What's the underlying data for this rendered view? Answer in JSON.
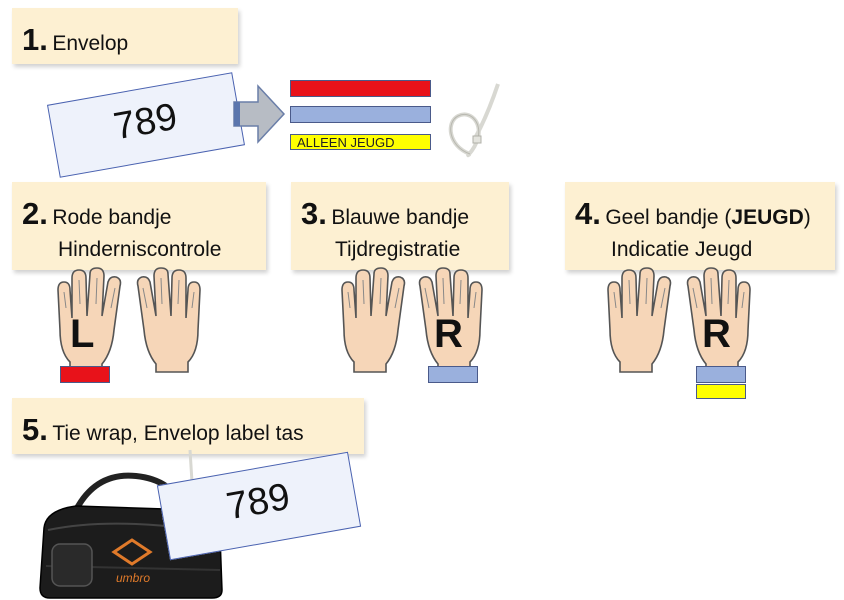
{
  "steps": [
    {
      "number": "1.",
      "title": "Envelop"
    },
    {
      "number": "2.",
      "title": "Rode bandje",
      "subtitle": "Hinderniscontrole",
      "hand_letter": "L"
    },
    {
      "number": "3.",
      "title": "Blauwe bandje",
      "subtitle": "Tijdregistratie",
      "hand_letter": "R"
    },
    {
      "number": "4.",
      "title": "Geel bandje (",
      "title_bold": "JEUGD",
      "title_end": ")",
      "subtitle": "Indicatie Jeugd",
      "hand_letter": "R"
    },
    {
      "number": "5.",
      "title": "Tie wrap, Envelop label tas"
    }
  ],
  "envelope_number": "789",
  "bag_label_number": "789",
  "yellow_band_label": "ALLEEN JEUGD",
  "bag_logo_text": "umbro",
  "colors": {
    "red_band": "#e8121a",
    "blue_band": "#9ab0dd",
    "yellow_band": "#ffff00",
    "note_bg": "#fdf0d2",
    "envelope_border": "#4a62b0"
  },
  "icons": [
    "arrow-icon",
    "tie-wrap-icon",
    "hand-icon",
    "bag-icon"
  ]
}
